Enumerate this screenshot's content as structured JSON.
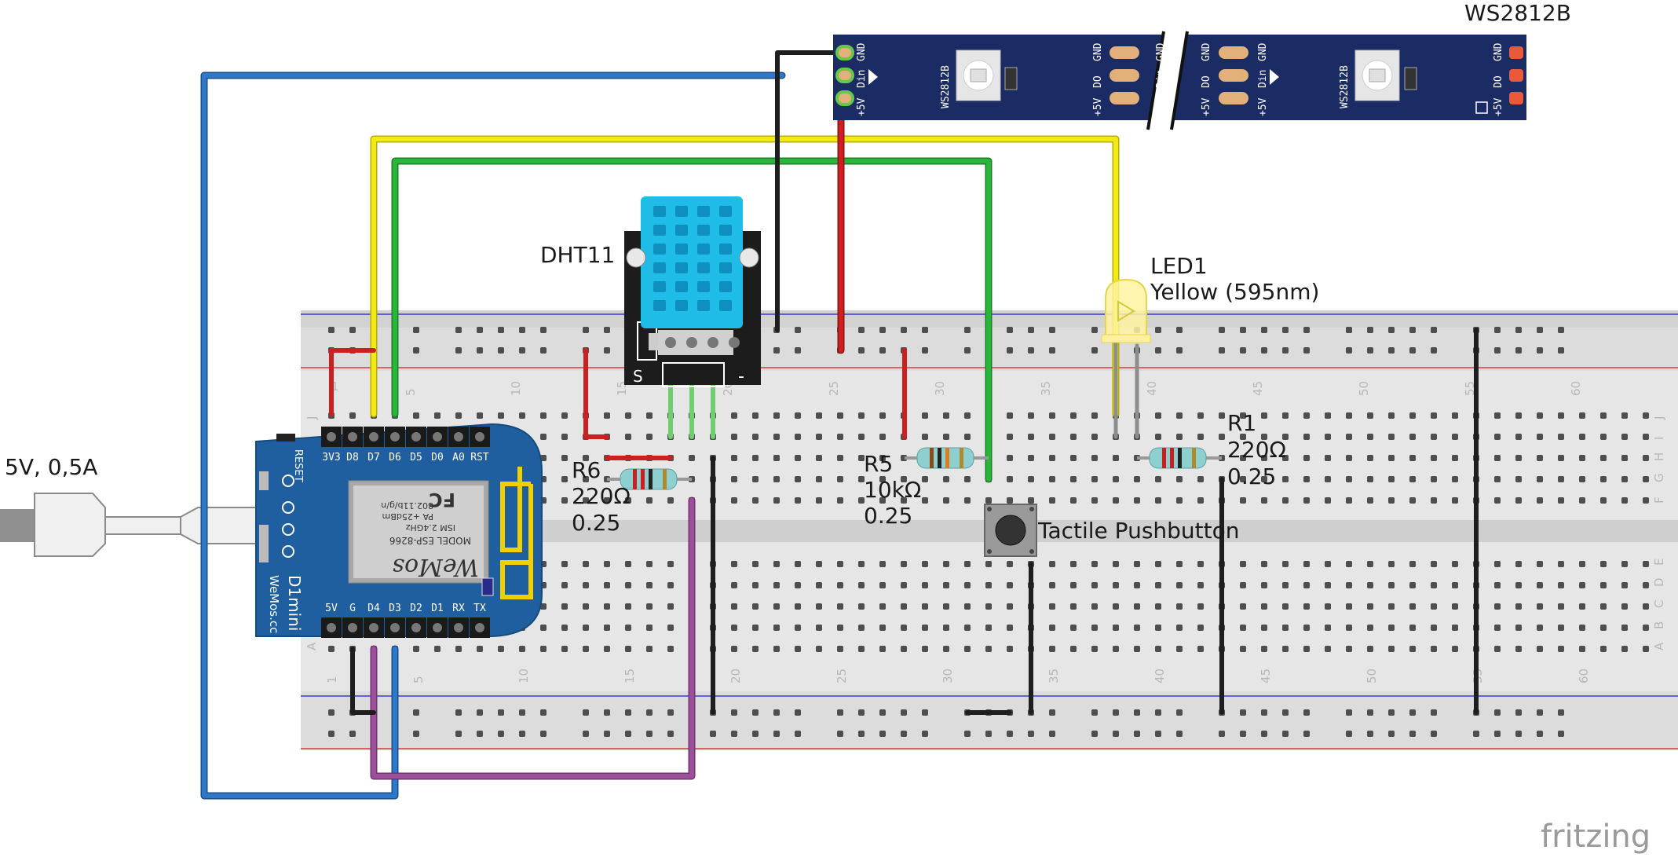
{
  "labels": {
    "power": "5V, 0,5A",
    "strip_title": "WS2812B",
    "dht": "DHT11",
    "led_name": "LED1",
    "led_desc": "Yellow (595nm)",
    "r6_name": "R6",
    "r6_value": "220Ω",
    "r6_power": "0.25",
    "r5_name": "R5",
    "r5_value": "10kΩ",
    "r5_power": "0.25",
    "r1_name": "R1",
    "r1_value": "220Ω",
    "r1_power": "0.25",
    "button": "Tactile Pushbutton",
    "watermark": "fritzing"
  },
  "strip": {
    "chip_label": "WS2812B",
    "pins_left": [
      "+5V",
      "Din",
      "GND"
    ],
    "pins_right": [
      "+5V",
      "DO",
      "GND"
    ]
  },
  "d1mini": {
    "top_pins": [
      "3V3",
      "D8",
      "D7",
      "D6",
      "D5",
      "D0",
      "A0",
      "RST"
    ],
    "bottom_pins": [
      "5V",
      "G",
      "D4",
      "D3",
      "D2",
      "D1",
      "RX",
      "TX"
    ],
    "reset": "RESET",
    "name": "D1mini",
    "brand": "WeMos.cc",
    "model": "MODEL ESP-8266",
    "ism": "ISM 2.4GHz",
    "pa": "PA +25dBm",
    "wifi": "802.11b/g/n",
    "fc": "FC",
    "logo": "WeMos"
  },
  "dht11": {
    "pin_label": "S",
    "minus": "-"
  },
  "breadboard": {
    "col_numbers": [
      "1",
      "5",
      "10",
      "15",
      "20",
      "25",
      "30",
      "35",
      "40",
      "45",
      "50",
      "55",
      "60"
    ],
    "rows_top": [
      "J",
      "I",
      "H",
      "G",
      "F"
    ],
    "rows_bottom": [
      "E",
      "D",
      "C",
      "B",
      "A"
    ]
  },
  "colors": {
    "wire_blue": "#2f78c9",
    "wire_yellow": "#f2ea12",
    "wire_green": "#29b53a",
    "wire_red": "#cc1f1f",
    "wire_black": "#1e1e1e",
    "wire_purple": "#9d4f9a",
    "wire_grey": "#8d8d8d",
    "board_blue": "#1f5fa0",
    "strip_navy": "#1b2b63",
    "dht_blue": "#1fbce8"
  }
}
